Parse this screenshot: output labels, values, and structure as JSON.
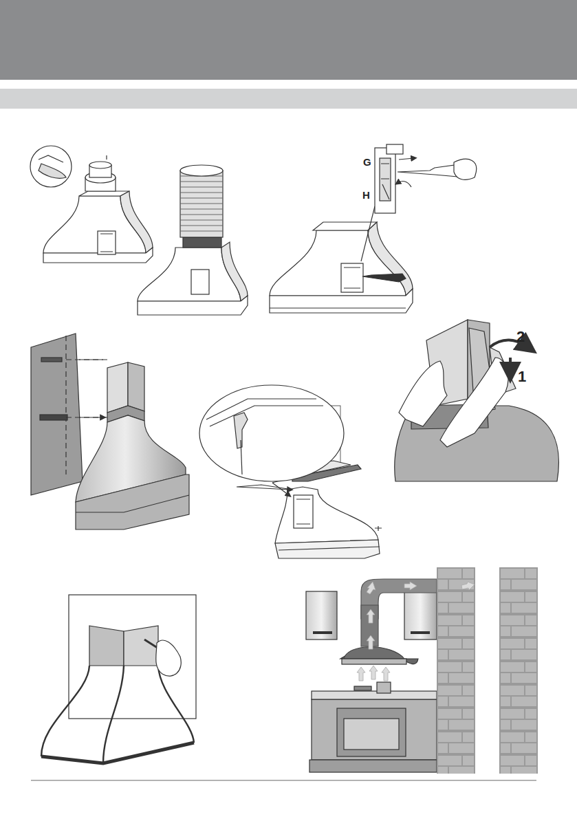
{
  "diagram": {
    "labels": [
      "G",
      "H",
      "2",
      "1"
    ]
  }
}
